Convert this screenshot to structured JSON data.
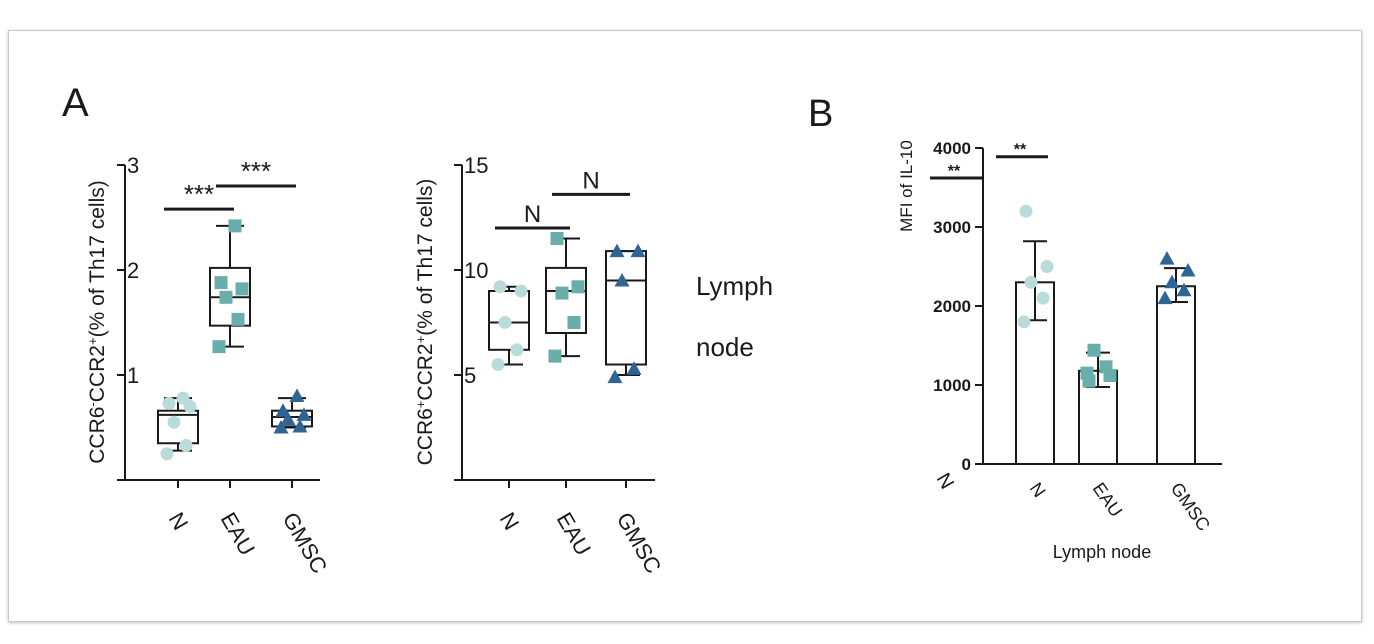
{
  "panel_a_letter": "A",
  "panel_b_letter": "B",
  "side_text": {
    "line1": "Lymph",
    "line2": "node"
  },
  "stray_label": "N",
  "colors": {
    "N": "#b9dcdb",
    "EAU": "#6aaeab",
    "GMSC": "#2e6594",
    "ink": "#1a1a1a"
  },
  "chart_data": [
    {
      "type": "box",
      "ylabel_parts": [
        "CCR6",
        "-",
        "CCR2",
        "+",
        "(% of Th17 cells)"
      ],
      "ylim": [
        0,
        3
      ],
      "yticks": [
        "0",
        "1",
        "2",
        "3"
      ],
      "tick_labels_shown": [
        "1",
        "2",
        "3"
      ],
      "categories": [
        "N",
        "EAU",
        "GMSC"
      ],
      "boxes": [
        {
          "min": 0.28,
          "q1": 0.35,
          "median": 0.62,
          "q3": 0.66,
          "max": 0.78
        },
        {
          "min": 1.27,
          "q1": 1.47,
          "median": 1.74,
          "q3": 2.02,
          "max": 2.42
        },
        {
          "min": 0.5,
          "q1": 0.51,
          "median": 0.6,
          "q3": 0.66,
          "max": 0.78
        }
      ],
      "points": [
        [
          0.25,
          0.33,
          0.55,
          0.7,
          0.73,
          0.78
        ],
        [
          1.27,
          1.53,
          1.74,
          1.82,
          1.88,
          2.42
        ],
        [
          0.5,
          0.51,
          0.58,
          0.62,
          0.66,
          0.8
        ]
      ],
      "markers": [
        "circle",
        "square",
        "triangle"
      ],
      "significance": [
        {
          "from": 0,
          "to": 1,
          "label": "***",
          "y": 2.58
        },
        {
          "from": 1,
          "to": 2,
          "label": "***",
          "y": 2.8
        }
      ]
    },
    {
      "type": "box",
      "ylabel_parts": [
        "CCR6",
        "+",
        "CCR2",
        "+",
        "(% of Th17 cells)"
      ],
      "ylim": [
        0,
        15
      ],
      "yticks": [
        "0",
        "5",
        "10",
        "15"
      ],
      "tick_labels_shown": [
        "5",
        "10",
        "15"
      ],
      "categories": [
        "N",
        "EAU",
        "GMSC"
      ],
      "boxes": [
        {
          "min": 5.5,
          "q1": 6.2,
          "median": 7.5,
          "q3": 9.0,
          "max": 9.2
        },
        {
          "min": 5.9,
          "q1": 7.0,
          "median": 9.0,
          "q3": 10.1,
          "max": 11.5
        },
        {
          "min": 5.0,
          "q1": 5.5,
          "median": 9.5,
          "q3": 10.9,
          "max": 10.9
        }
      ],
      "points": [
        [
          5.5,
          6.2,
          7.5,
          9.0,
          9.2
        ],
        [
          5.9,
          7.5,
          8.9,
          9.2,
          11.5
        ],
        [
          4.9,
          5.3,
          9.5,
          10.9,
          10.9
        ]
      ],
      "markers": [
        "circle",
        "square",
        "triangle"
      ],
      "significance": [
        {
          "from": 0,
          "to": 1,
          "label": "N",
          "y": 12.0
        },
        {
          "from": 1,
          "to": 2,
          "label": "N",
          "y": 13.6
        }
      ]
    },
    {
      "type": "bar",
      "ylabel": "MFI of IL-10",
      "xlabel": "Lymph node",
      "ylim": [
        0,
        4000
      ],
      "yticks": [
        "0",
        "1000",
        "2000",
        "3000",
        "4000"
      ],
      "categories": [
        "N",
        "EAU",
        "GMSC"
      ],
      "values": [
        2300,
        1180,
        2250
      ],
      "error": [
        {
          "low": 1820,
          "high": 2820
        },
        {
          "low": 975,
          "high": 1410
        },
        {
          "low": 2050,
          "high": 2480
        }
      ],
      "points": [
        [
          1800,
          2100,
          2300,
          2500,
          3200
        ],
        [
          1150,
          1230,
          1440,
          1120,
          1050
        ],
        [
          2100,
          2200,
          2300,
          2450,
          2600
        ]
      ],
      "markers": [
        "circle",
        "square",
        "triangle"
      ],
      "significance": [
        {
          "label": "**",
          "y": 3890,
          "bar": "N-short"
        },
        {
          "label": "**",
          "y": 3620,
          "bar": "left-offscale"
        }
      ]
    }
  ]
}
